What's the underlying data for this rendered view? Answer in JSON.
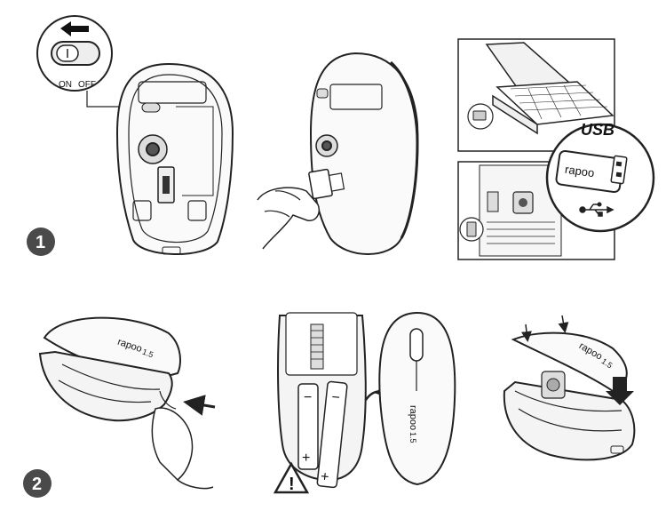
{
  "steps": [
    {
      "number": "1"
    },
    {
      "number": "2"
    }
  ],
  "switch": {
    "on_label": "ON",
    "off_label": "OFF"
  },
  "usb_label": "USB",
  "brand_text": "rapoo",
  "model_text": "1.5",
  "battery": {
    "plus": "+",
    "minus": "−"
  },
  "warning_symbol": "!",
  "colors": {
    "line": "#222222",
    "badge": "#4a4a4a",
    "background": "#ffffff"
  }
}
